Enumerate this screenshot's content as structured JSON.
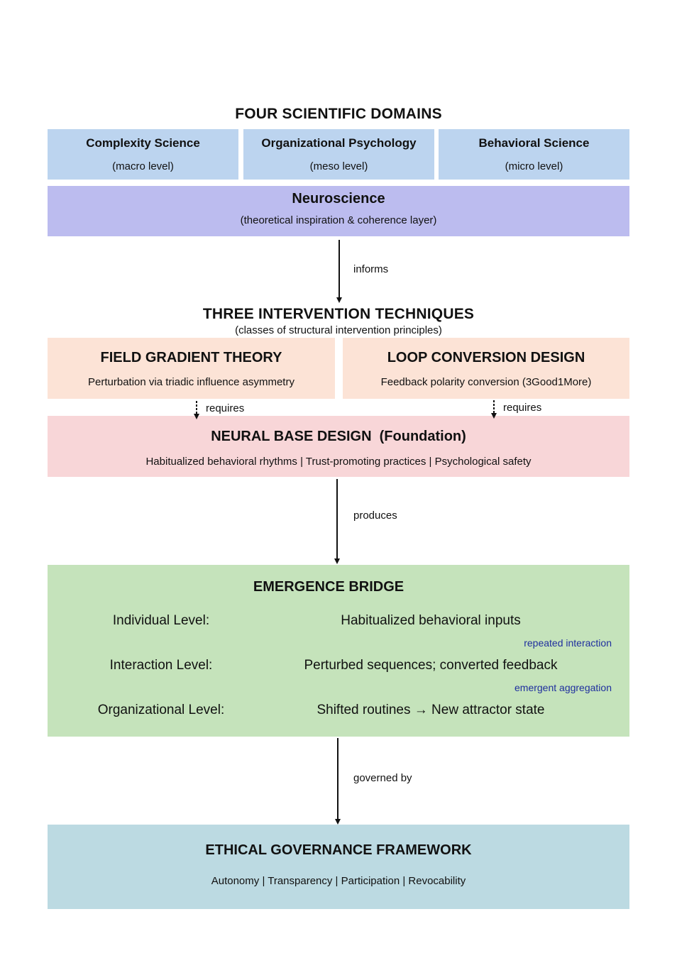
{
  "colors": {
    "domain_box": "#bcd4ef",
    "neuro_box": "#bcbcef",
    "technique_box": "#fce3d6",
    "neural_base_box": "#f8d6d8",
    "emergence_box": "#c5e3bb",
    "ethics_box": "#bcdae2",
    "annotation_text": "#1f2f9e",
    "arrow": "#111111"
  },
  "domains": {
    "title": "FOUR SCIENTIFIC DOMAINS",
    "items": [
      {
        "name": "Complexity Science",
        "level": "(macro level)"
      },
      {
        "name": "Organizational Psychology",
        "level": "(meso level)"
      },
      {
        "name": "Behavioral Science",
        "level": "(micro level)"
      }
    ],
    "neuro": {
      "name": "Neuroscience",
      "desc": "(theoretical inspiration & coherence layer)"
    }
  },
  "arrow_informs": "informs",
  "techniques": {
    "title": "THREE INTERVENTION TECHNIQUES",
    "subtitle": "(classes of structural intervention principles)",
    "left": {
      "name": "FIELD GRADIENT THEORY",
      "desc": "Perturbation via triadic influence asymmetry"
    },
    "right": {
      "name": "LOOP CONVERSION DESIGN",
      "desc": "Feedback polarity conversion (3Good1More)"
    },
    "requires_left": "requires",
    "requires_right": "requires"
  },
  "neural_base": {
    "title": "NEURAL BASE DESIGN  (Foundation)",
    "desc": "Habitualized behavioral rhythms | Trust-promoting practices | Psychological safety"
  },
  "arrow_produces": "produces",
  "emergence": {
    "title": "EMERGENCE BRIDGE",
    "rows": [
      {
        "level": "Individual Level:",
        "value": "Habitualized behavioral inputs"
      },
      {
        "level": "Interaction Level:",
        "value": "Perturbed sequences; converted feedback"
      },
      {
        "level": "Organizational Level:",
        "value": "Shifted routines → New attractor state"
      }
    ],
    "transitions": [
      "repeated interaction",
      "emergent aggregation"
    ]
  },
  "arrow_governed": "governed by",
  "ethics": {
    "title": "ETHICAL GOVERNANCE FRAMEWORK",
    "desc": "Autonomy | Transparency | Participation | Revocability"
  }
}
